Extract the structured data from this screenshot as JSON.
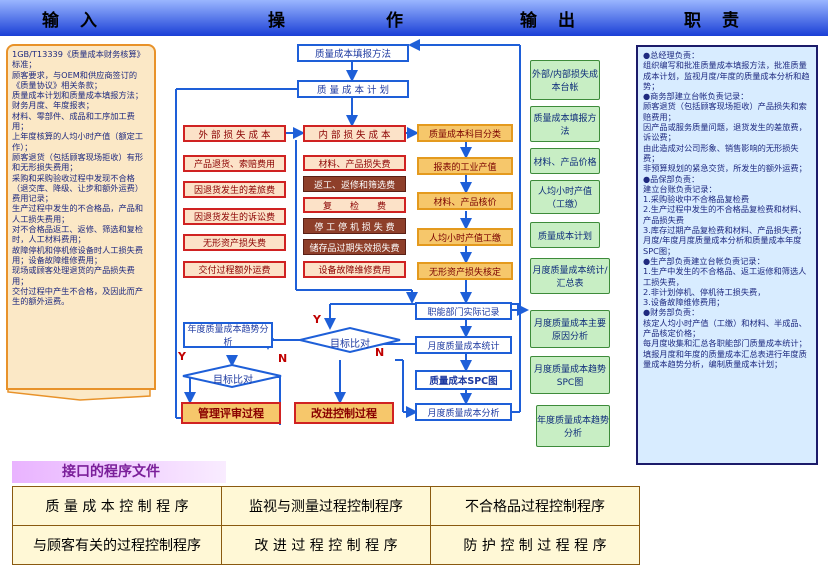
{
  "header": {
    "input": "输　入",
    "operation": "操",
    "operation2": "作",
    "output": "输　出",
    "duty": "职　责"
  },
  "left_doc": "1GB/T13339《质量成本财务核算》标准；\n顾客要求，与OEM和供应商签订的《质量协议》相关条款；\n质量成本计划和质量成本填报方法；\n财务月度、年度报表；\n材料、零部件、成品和工序加工费用；\n上年度核算的人均小时产值（额定工作）；\n顾客退货（包括顾客现场拒收）有形和无形损失费用；\n采购和采购验收过程中发现不合格（退交库、降级、让步和额外运费）费用记录；\n生产过程中发生的不合格品，产品和人工损失费用；\n对不合格品返工、返修、筛选和复检时，人工材料费用；\n故障停机和停机修设备时人工损失费用；设备故障维修费用；\n现场或顾客处理退货的产品损失费用；\n交付过程中产生不合格，及因此而产生的额外运费。",
  "right_doc": "●总经理负责：\n组织编写和批准质量成本填报方法，批准质量成本计划，监视月度/年度的质量成本分析和趋势；\n●商务部建立台帐负责记录：\n顾客退货（包括顾客现场拒收）产品损失和索赔费用；\n因产品或服务质量问题，退货发生的差旅费，诉讼费；\n由此造成对公司形象、销售影响的无形损失费；\n非预算规划的紧急交货，所发生的额外运费；\n●品保部负责：\n建立台账负责记录：\n1.采购验收中不合格品复检费\n2.生产过程中发生的不合格品复检费和材料、产品损失费\n3.库存过期产品复检费和材料、产品损失费；\n月度/年度月度质量成本分析和质量成本年度SPC图；\n●生产部负责建立台帐负责记录：\n1.生产中发生的不合格品、返工返修和筛选人工损失费，\n2.非计划停机、停机待工损失费，\n3.设备故障维修费用；\n●财务部负责：\n核定人均小时产值（工缴）和材料、半成品、产品核定价格；\n每月度收集和汇总各职能部门质量成本统计；\n填报月度和年度的质量成本汇总表进行年度质量成本趋势分析，编制质量成本计划；",
  "flow": {
    "fill_method": "质量成本填报方法",
    "plan": "质 量 成 本 计 划",
    "external_loss": "外 部 损 失 成 本",
    "internal_loss": "内 部 损 失 成 本",
    "ext_items": [
      "产品退货、索赔费用",
      "因退货发生的差旅费",
      "因退货发生的诉讼费",
      "无形资产损失费",
      "交付过程额外运费"
    ],
    "int_items": [
      "材料、产品损失费",
      "返工、返修和筛选费",
      "复　　检　　费",
      "停 工 停 机 损 失 费",
      "储存品过期失效损失费",
      "设备故障维修费用"
    ],
    "orange_items": [
      "质量成本科目分类",
      "报表的工业产值",
      "材料、产品核价",
      "人均小时产值工缴",
      "无形资产损失核定"
    ],
    "collect": "职能部门实际记录",
    "monthly_stat": "月度质量成本统计",
    "spc": "质量成本SPC图",
    "monthly_analysis": "月度质量成本分析",
    "yearly_trend": "年度质量成本趋势分析",
    "target_compare1": "目标比对",
    "target_compare2": "目标比对",
    "review": "管理评审过程",
    "improve": "改进控制过程",
    "y1": "Y",
    "n1": "N",
    "y2": "Y",
    "n2": "N"
  },
  "outputs": [
    "外部/内部损失成本台帐",
    "质量成本填报方法",
    "材料、产品价格",
    "人均小时产值（工缴）",
    "质量成本计划",
    "月度质量成本统计/汇总表",
    "月度质量成本主要原因分析",
    "月度质量成本趋势SPC图",
    "年度质量成本趋势分析"
  ],
  "interface": {
    "title": "接口的程序文件",
    "rows": [
      [
        "质 量 成 本 控 制 程 序",
        "监视与测量过程控制程序",
        "不合格品过程控制程序"
      ],
      [
        "与顾客有关的过程控制程序",
        "改 进 过 程 控 制 程 序",
        "防 护 控 制 过 程 程 序"
      ]
    ]
  }
}
